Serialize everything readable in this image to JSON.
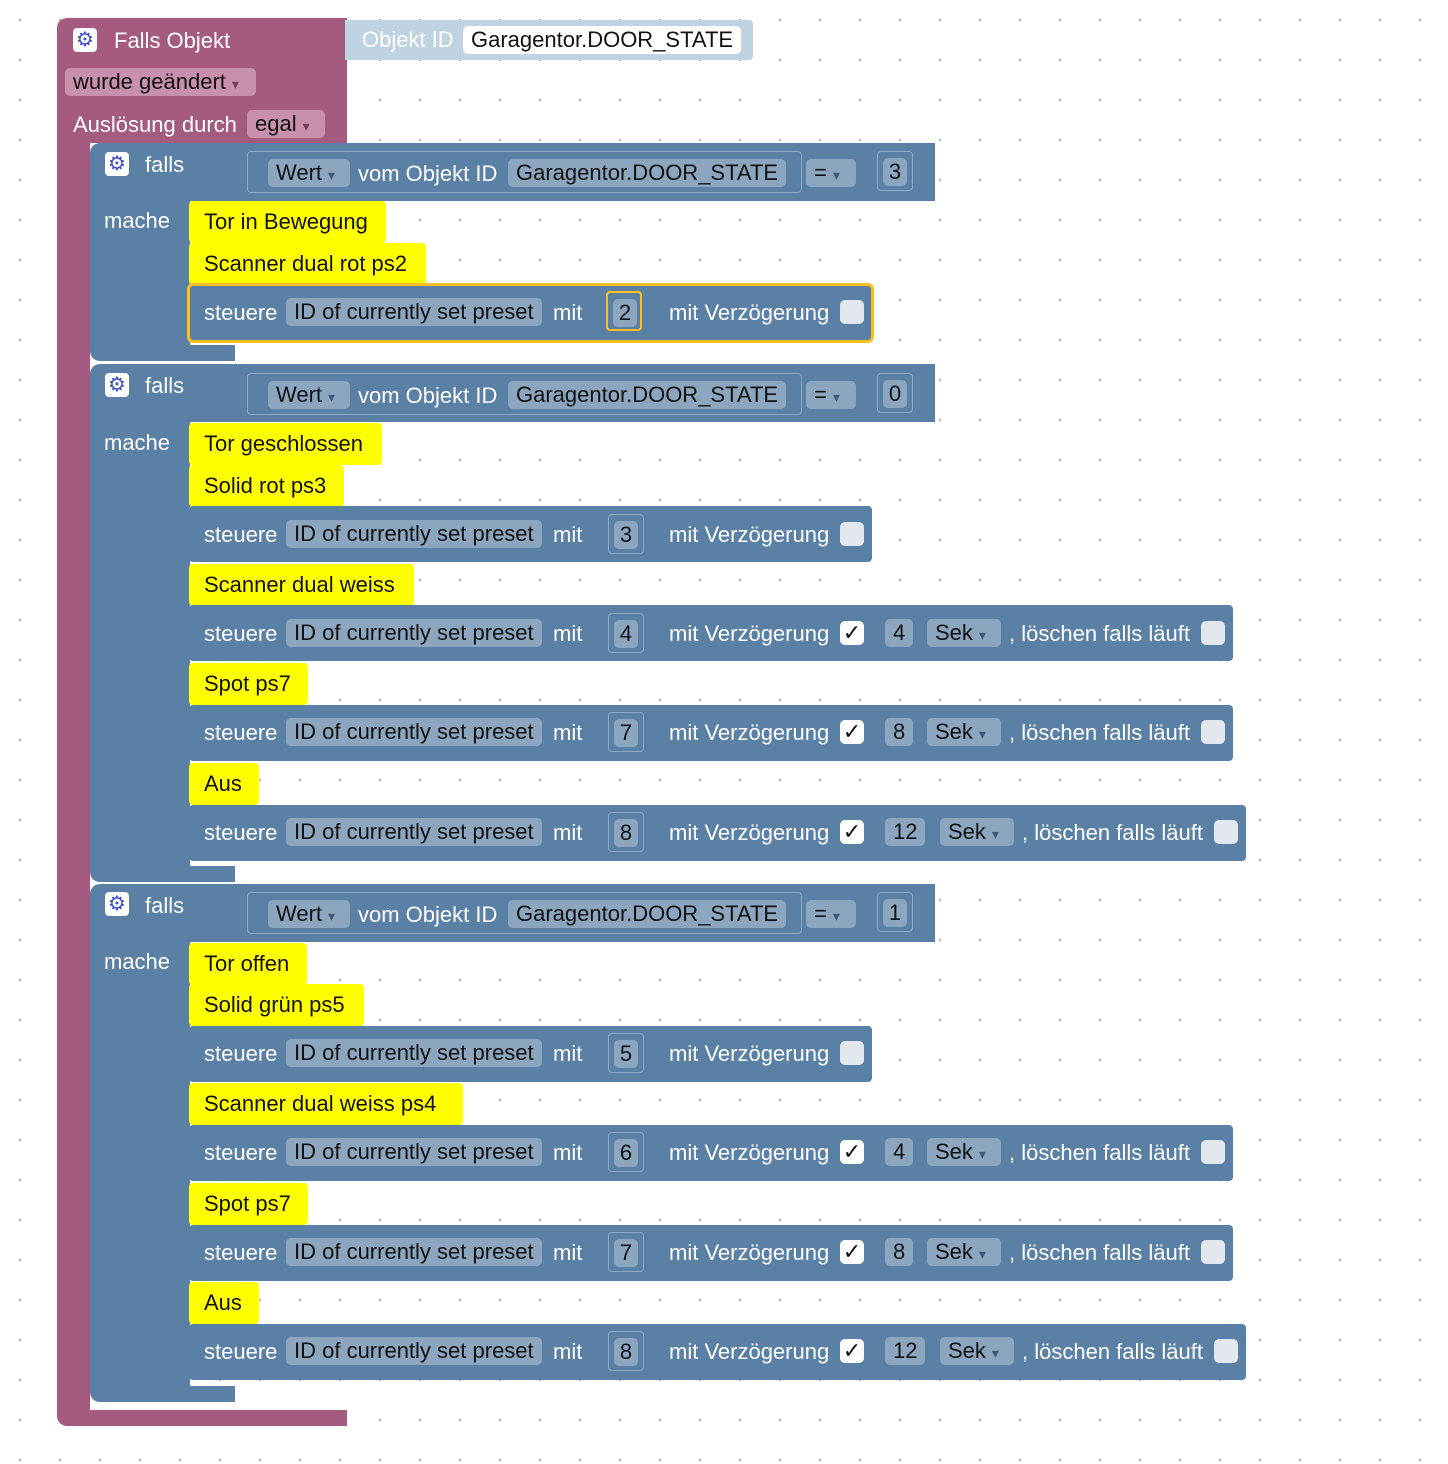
{
  "trigger": {
    "title": "Falls Objekt",
    "object_label": "Objekt ID",
    "object_id": "Garagentor.DOOR_STATE",
    "event": "wurde geändert",
    "triggered_by_label": "Auslösung durch",
    "triggered_by": "egal"
  },
  "labels": {
    "if": "falls",
    "do": "mache",
    "value": "Wert",
    "of_object": "vom Objekt ID",
    "operator": "=",
    "control": "steuere",
    "with": "mit",
    "with_delay": "mit Verzögerung",
    "clear_running": ", löschen falls läuft",
    "check": "✓"
  },
  "conditions": [
    {
      "object_id": "Garagentor.DOOR_STATE",
      "value": "3",
      "comments": [
        "Tor in Bewegung",
        "Scanner dual rot ps2"
      ],
      "controls": [
        {
          "target": "ID of currently set preset",
          "value": "2",
          "delay": false
        }
      ]
    },
    {
      "object_id": "Garagentor.DOOR_STATE",
      "value": "0",
      "comments": [
        "Tor geschlossen",
        "Solid rot ps3",
        "Scanner dual weiss",
        "Spot ps7",
        "Aus"
      ],
      "controls": [
        {
          "target": "ID of currently set preset",
          "value": "3",
          "delay": false
        },
        {
          "target": "ID of currently set preset",
          "value": "4",
          "delay": true,
          "delay_value": "4",
          "unit": "Sek",
          "clear": false
        },
        {
          "target": "ID of currently set preset",
          "value": "7",
          "delay": true,
          "delay_value": "8",
          "unit": "Sek",
          "clear": false
        },
        {
          "target": "ID of currently set preset",
          "value": "8",
          "delay": true,
          "delay_value": "12",
          "unit": "Sek",
          "clear": false
        }
      ]
    },
    {
      "object_id": "Garagentor.DOOR_STATE",
      "value": "1",
      "comments": [
        "Tor offen",
        "Solid grün ps5",
        "Scanner dual weiss ps4",
        "Spot ps7",
        "Aus"
      ],
      "controls": [
        {
          "target": "ID of currently set preset",
          "value": "5",
          "delay": false
        },
        {
          "target": "ID of currently set preset",
          "value": "6",
          "delay": true,
          "delay_value": "4",
          "unit": "Sek",
          "clear": false
        },
        {
          "target": "ID of currently set preset",
          "value": "7",
          "delay": true,
          "delay_value": "8",
          "unit": "Sek",
          "clear": false
        },
        {
          "target": "ID of currently set preset",
          "value": "8",
          "delay": true,
          "delay_value": "12",
          "unit": "Sek",
          "clear": false
        }
      ]
    }
  ],
  "colors": {
    "trigger": "#a55b80",
    "logic": "#5b80a5",
    "comment": "#ffff00",
    "selection": "#fbbf24"
  },
  "icons": {
    "settings": "gear-icon",
    "dropdown": "chevron-down-icon"
  }
}
